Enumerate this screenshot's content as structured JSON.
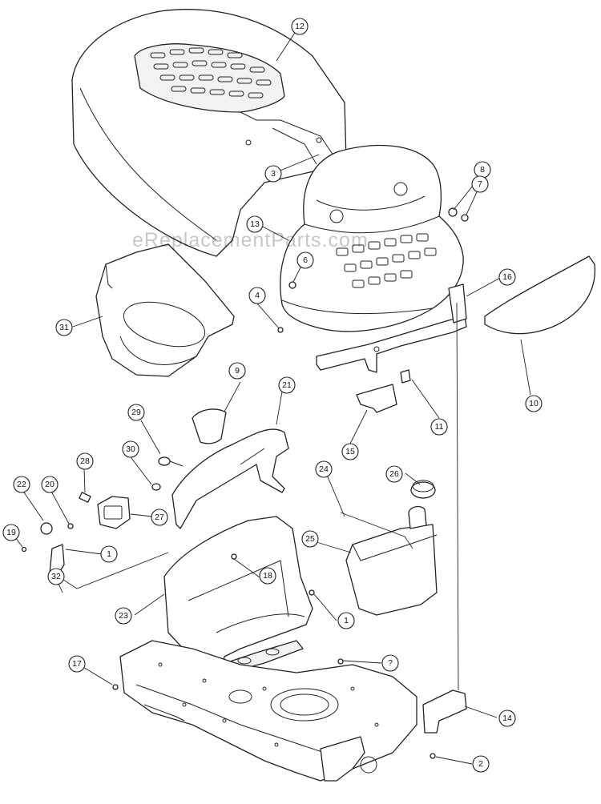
{
  "watermark": "eReplacementParts.com",
  "callouts": {
    "c1": "1",
    "c1b": "1",
    "c2": "2",
    "c3": "3",
    "c4": "4",
    "c6": "6",
    "c7": "7",
    "c8": "8",
    "c9": "9",
    "c10": "10",
    "c11": "11",
    "c12": "12",
    "c13": "13",
    "c14": "14",
    "c15": "15",
    "c16": "16",
    "c17": "17",
    "c18": "18",
    "c19": "19",
    "c20": "20",
    "c21": "21",
    "c22": "22",
    "c23": "23",
    "c24": "24",
    "c25": "25",
    "c26": "26",
    "c27": "27",
    "c28": "28",
    "c29": "29",
    "c30": "30",
    "c31": "31",
    "c32": "32",
    "cq": "?"
  }
}
